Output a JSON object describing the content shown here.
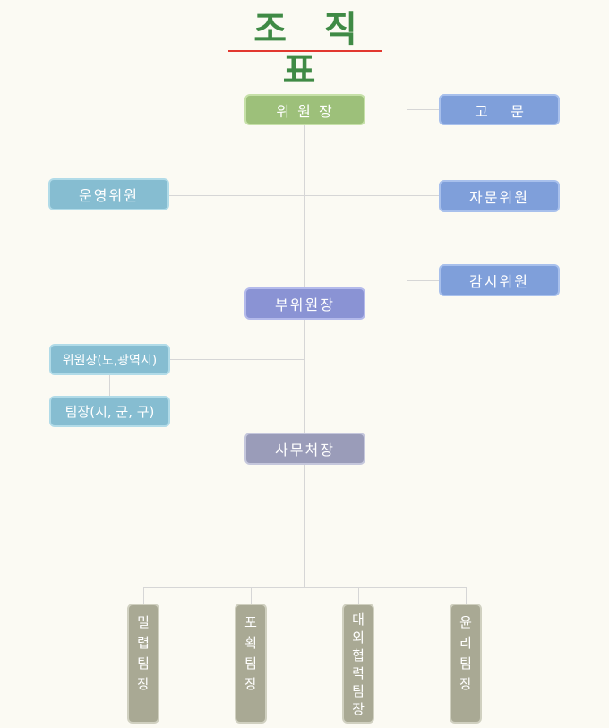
{
  "title": "조 직 표",
  "nodes": {
    "chairman": "위 원 장",
    "advisor": "고     문",
    "operating_committee": "운영위원",
    "advisory_committee": "자문위원",
    "audit_committee": "감시위원",
    "vice_chairman": "부위원장",
    "regional_chairman": "위원장(도,광역시)",
    "team_leader": "팀장(시, 군, 구)",
    "secretary_general": "사무처장"
  },
  "teams": [
    {
      "chars": [
        "밀",
        "렵",
        "팀",
        "장"
      ]
    },
    {
      "chars": [
        "포",
        "획",
        "팀",
        "장"
      ]
    },
    {
      "chars": [
        "대",
        "외",
        "협",
        "력",
        "팀",
        "장"
      ]
    },
    {
      "chars": [
        "윤",
        "리",
        "팀",
        "장"
      ]
    }
  ],
  "colors": {
    "title": "#3f8a45",
    "title_underline": "#e2382f",
    "chairman": "#9dc07a",
    "advisors": "#7f9fda",
    "committee": "#86bdd1",
    "vice_chairman": "#8a93d4",
    "secretary_general": "#9a9cb9",
    "teams": "#a9a994",
    "connector": "#d6d6d6"
  }
}
